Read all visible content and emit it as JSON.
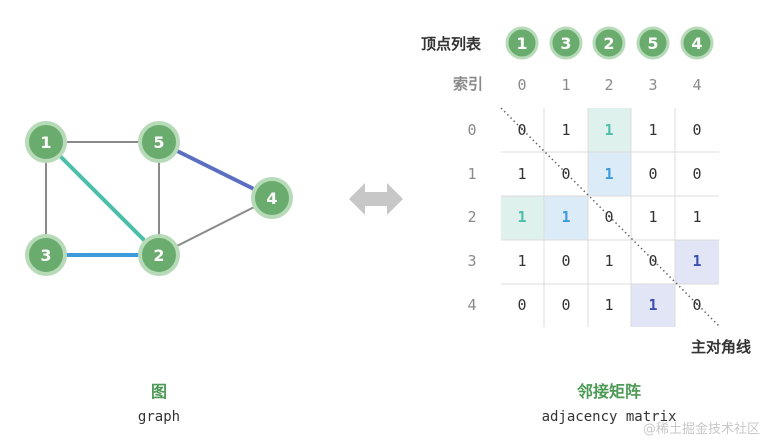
{
  "graph": {
    "vertices": [
      {
        "id": "v1",
        "label": "1"
      },
      {
        "id": "v5",
        "label": "5"
      },
      {
        "id": "v4",
        "label": "4"
      },
      {
        "id": "v3",
        "label": "3"
      },
      {
        "id": "v2",
        "label": "2"
      }
    ],
    "caption_title": "图",
    "caption_subtitle": "graph"
  },
  "matrix": {
    "vertex_list_label": "顶点列表",
    "vertex_list": [
      "1",
      "3",
      "2",
      "5",
      "4"
    ],
    "index_label": "索引",
    "indices": [
      "0",
      "1",
      "2",
      "3",
      "4"
    ],
    "rows": [
      [
        "0",
        "1",
        "1",
        "1",
        "0"
      ],
      [
        "1",
        "0",
        "1",
        "0",
        "0"
      ],
      [
        "1",
        "1",
        "0",
        "1",
        "1"
      ],
      [
        "1",
        "0",
        "1",
        "0",
        "1"
      ],
      [
        "0",
        "0",
        "1",
        "1",
        "0"
      ]
    ],
    "diagonal_label": "主对角线",
    "caption_title": "邻接矩阵",
    "caption_subtitle": "adjacency matrix"
  },
  "watermark": "@稀土掘金技术社区",
  "colors": {
    "vertex_fill": "#6aab6e",
    "vertex_stroke": "#b7dbb8",
    "teal": "#4cbfab",
    "blue": "#3d9bdc",
    "indigo": "#5b6fc2",
    "cell_teal": "#def1ec",
    "cell_blue": "#dbebf7",
    "cell_indigo": "#e1e5f5",
    "arrow": "#c7c7c7"
  }
}
